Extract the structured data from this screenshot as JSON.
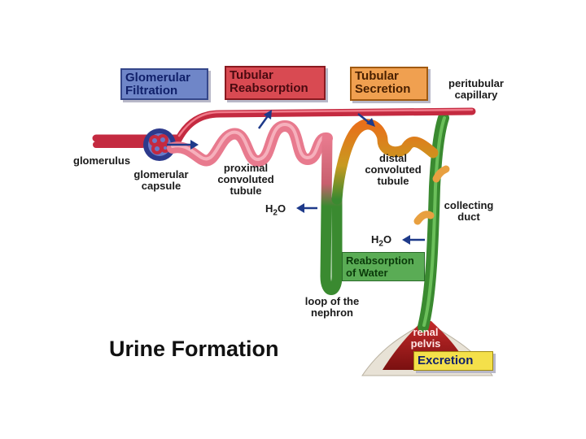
{
  "title": "Urine Formation",
  "process_boxes": {
    "glomerular_filtration": "Glomerular Filtration",
    "tubular_reabsorption": "Tubular Reabsorption",
    "tubular_secretion": "Tubular Secretion",
    "reabsorption_of_water": "Reabsorption of Water",
    "excretion": "Excretion"
  },
  "labels": {
    "peritubular_capillary": "peritubular capillary",
    "glomerulus": "glomerulus",
    "glomerular_capsule": "glomerular capsule",
    "proximal_convoluted_tubule": "proximal convoluted tubule",
    "distal_convoluted_tubule": "distal convoluted tubule",
    "collecting_duct": "collecting duct",
    "loop_of_the_nephron": "loop of the nephron",
    "renal_pelvis": "renal pelvis",
    "water_1": "H",
    "water_2": "H",
    "water_sub": "2",
    "water_o": "O"
  },
  "colors": {
    "capillary": "#d9304a",
    "tubule_pink": "#e87a8e",
    "tubule_green": "#3a8a30",
    "tubule_orange": "#e8701a",
    "glomerulus_blue": "#2d3a8c",
    "box_blue": "#6f86c8",
    "box_red": "#d94a52",
    "box_orange": "#f0a050",
    "box_green": "#5aac55",
    "box_yellow": "#f4e04a",
    "arrow": "#1e3a8a",
    "pelvis": "#a31a1a"
  }
}
